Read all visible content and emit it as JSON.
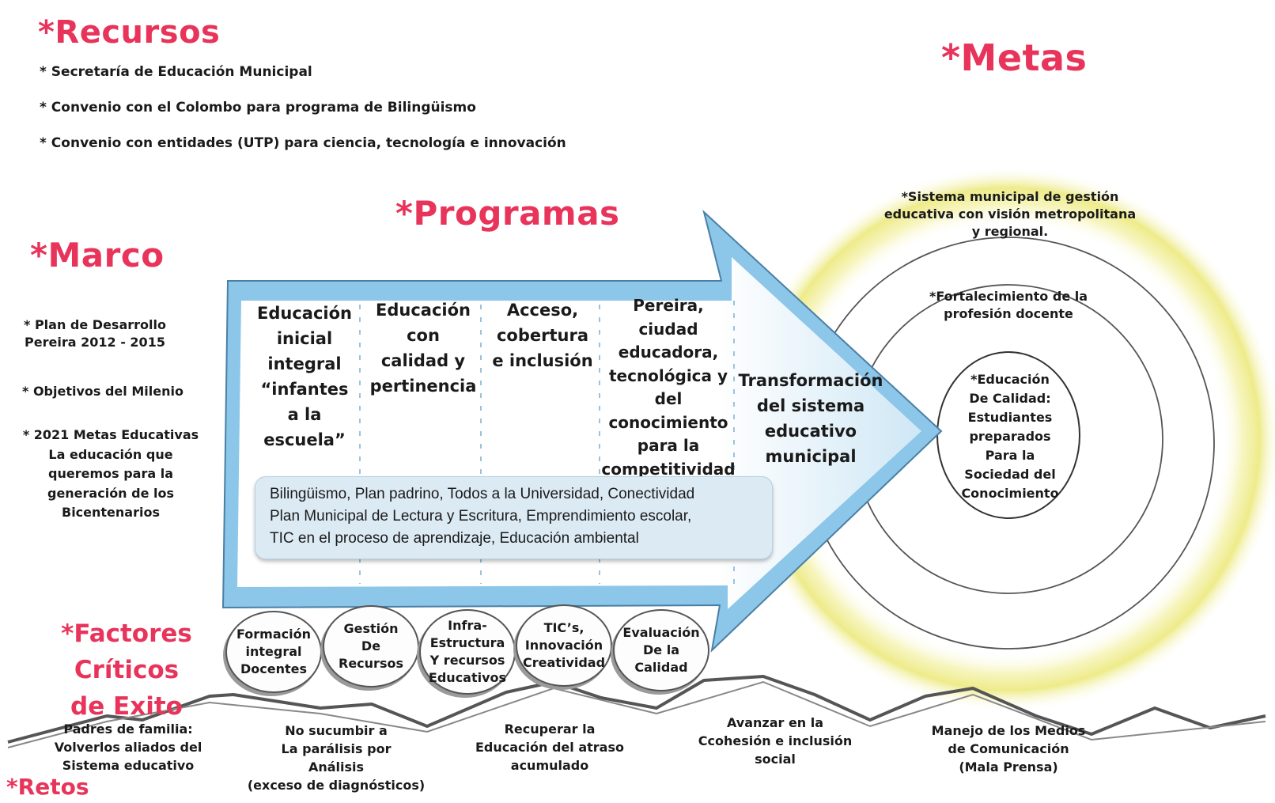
{
  "recursos": {
    "title": "*Recursos",
    "items": [
      "* Secretaría de Educación Municipal",
      "* Convenio con el Colombo para programa de Bilingüismo",
      "* Convenio con entidades (UTP) para ciencia, tecnología e innovación"
    ]
  },
  "metas": {
    "title": "*Metas",
    "outer": "*Sistema municipal de gestión educativa  con visión metropolitana y regional.",
    "middle": "*Fortalecimiento de la profesión docente",
    "inner": [
      "*Educación",
      "De Calidad:",
      "Estudiantes",
      "preparados",
      "Para la",
      "Sociedad del",
      "Conocimiento"
    ]
  },
  "programas": {
    "title": "*Programas",
    "columns": [
      [
        "Educación",
        "inicial",
        "integral",
        "“infantes",
        "a la",
        "escuela”"
      ],
      [
        "Educación",
        "con",
        "calidad y",
        "pertinencia"
      ],
      [
        "Acceso,",
        "cobertura",
        "e inclusión"
      ],
      [
        "Pereira, ciudad",
        "educadora,",
        "tecnológica y",
        "del",
        "conocimiento",
        "para la",
        "competitividad"
      ]
    ],
    "arrow_tip": [
      "Transformación",
      "del sistema",
      "educativo",
      "municipal"
    ],
    "box_lines": [
      "Bilingüismo, Plan padrino, Todos a la Universidad, Conectividad",
      "Plan Municipal de Lectura y Escritura, Emprendimiento escolar,",
      "TIC en el proceso de aprendizaje, Educación ambiental"
    ]
  },
  "marco": {
    "title": "*Marco",
    "item1": [
      "* Plan de Desarrollo",
      "Pereira 2012 - 2015"
    ],
    "item2": "* Objetivos del Milenio",
    "item3": [
      "* 2021 Metas Educativas",
      "La educación que",
      "queremos para la",
      "generación de los",
      "Bicentenarios"
    ]
  },
  "factores": {
    "title": [
      "*Factores Críticos",
      "de Exito"
    ],
    "items": [
      [
        "Formación",
        "integral",
        "Docentes"
      ],
      [
        "Gestión",
        "De",
        "Recursos"
      ],
      [
        "Infra-",
        "Estructura",
        "Y recursos",
        "Educativos"
      ],
      [
        "TIC’s,",
        "Innovación",
        "Creatividad"
      ],
      [
        "Evaluación",
        "De la",
        "Calidad"
      ]
    ]
  },
  "retos": {
    "title": "*Retos",
    "items": [
      [
        "Padres de familia:",
        "Volverlos aliados del",
        "Sistema educativo"
      ],
      [
        "No sucumbir a",
        "La parálisis por",
        "Análisis",
        "(exceso de diagnósticos)"
      ],
      [
        "Recuperar la",
        "Educación del atraso",
        "acumulado"
      ],
      [
        "Avanzar en la",
        "Ccohesión e inclusión",
        "social"
      ],
      [
        "Manejo de los Medios",
        "de Comunicación",
        "(Mala Prensa)"
      ]
    ]
  },
  "colors": {
    "title_pink": "#e8345a",
    "arrow_blue": "#8cc6e8",
    "halo_yellow": "#f1ef9a"
  }
}
